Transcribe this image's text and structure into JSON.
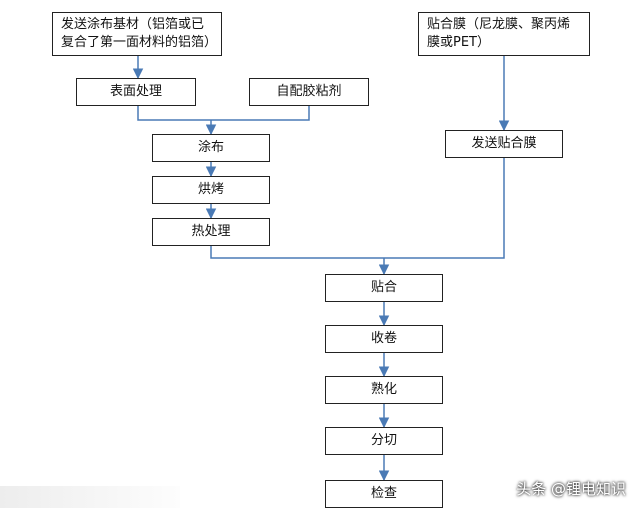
{
  "diagram": {
    "nodes": {
      "substrate": "发送涂布基材（铝箔或已\n复合了第一面材料的铝箔）",
      "surface": "表面处理",
      "adhesive": "自配胶粘剂",
      "coating": "涂布",
      "baking": "烘烤",
      "heat": "热处理",
      "film": "贴合膜（尼龙膜、聚丙烯\n膜或PET）",
      "send_film": "发送贴合膜",
      "laminate": "贴合",
      "winding": "收卷",
      "curing": "熟化",
      "slitting": "分切",
      "inspect": "检查"
    },
    "colors": {
      "connector": "#4a7ab5",
      "border": "#222222"
    }
  },
  "watermark": {
    "text": "头条 @锂电知识"
  }
}
